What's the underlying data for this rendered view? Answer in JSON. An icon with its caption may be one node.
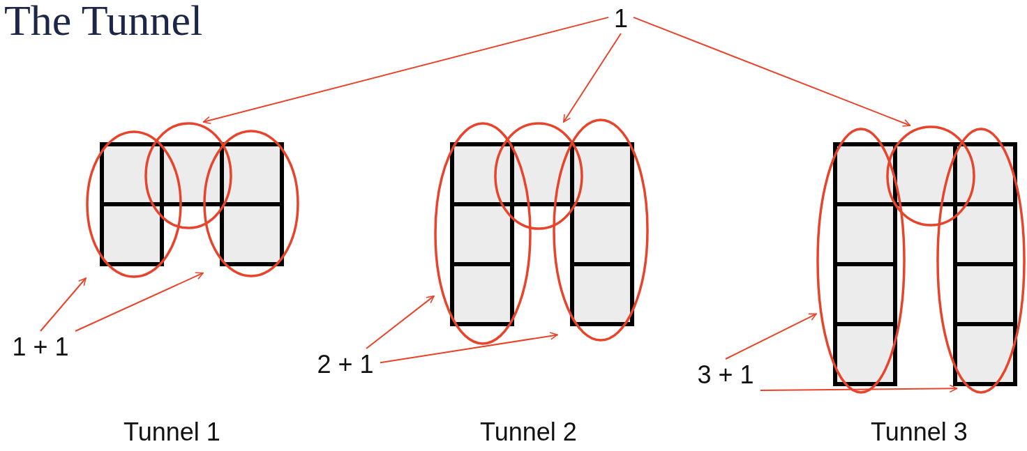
{
  "diagram": {
    "title": "The Tunnel",
    "nodes": [
      {
        "text": [
          "1"
        ]
      },
      {
        "text": [],
        "shape": "ellipse"
      },
      {
        "text": [],
        "shape": "ellipse"
      },
      {
        "text": [],
        "shape": "ellipse"
      },
      {
        "text": [],
        "shape": "ellipse"
      },
      {
        "text": [],
        "shape": "ellipse"
      },
      {
        "text": [],
        "shape": "ellipse"
      },
      {
        "text": [],
        "shape": "ellipse"
      },
      {
        "text": [],
        "shape": "ellipse"
      },
      {
        "text": [],
        "shape": "ellipse"
      },
      {
        "text": [
          "1 + 1"
        ]
      },
      {
        "text": [
          "2 + 1"
        ]
      },
      {
        "text": [
          "3 + 1"
        ]
      }
    ],
    "edges": [
      {
        "from": 0,
        "to": 1,
        "arrow": "to"
      },
      {
        "from": 0,
        "to": 2,
        "arrow": "to"
      },
      {
        "from": 0,
        "to": 3,
        "arrow": "to"
      },
      {
        "from": 10,
        "to": 4,
        "arrow": "to"
      },
      {
        "from": 10,
        "to": 5,
        "arrow": "to"
      },
      {
        "from": 11,
        "to": 6,
        "arrow": "to"
      },
      {
        "from": 11,
        "to": 7,
        "arrow": "to"
      },
      {
        "from": 12,
        "to": 8,
        "arrow": "to"
      },
      {
        "from": 12,
        "to": 9,
        "arrow": "to"
      }
    ],
    "labels": [
      "Tunnel 1",
      "Tunnel 2",
      "Tunnel 3"
    ]
  }
}
